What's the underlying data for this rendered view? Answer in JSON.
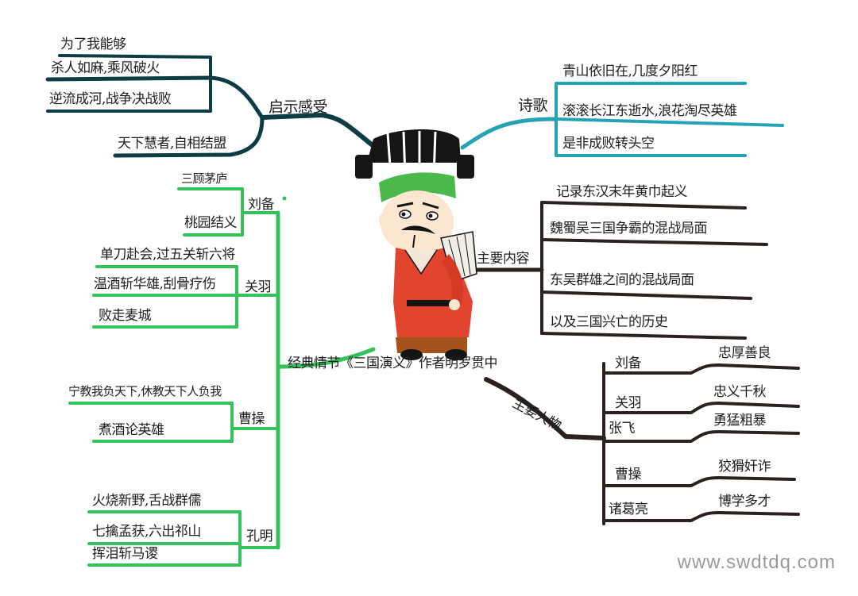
{
  "center": {
    "title": "经典情节《三国演义》作者明罗贯中",
    "icon": "scholar-figure-icon"
  },
  "colors": {
    "green": "#36c25a",
    "teal_dark": "#0d3c44",
    "teal_light": "#25a3b5",
    "dark": "#2b2220",
    "figure_robe": "#e2452e",
    "figure_hat": "#151515",
    "figure_band": "#4ab84c"
  },
  "branches": {
    "inspiration": {
      "label": "启示感受",
      "items": [
        "为了我能够",
        "杀人如麻,乘风破火",
        "逆流成河,战争决战败",
        "天下慧者,自相结盟"
      ]
    },
    "poem": {
      "label": "诗歌",
      "items": [
        "青山依旧在,几度夕阳红",
        "滚滚长江东逝水,浪花淘尽英雄",
        "是非成败转头空"
      ]
    },
    "content": {
      "label": "主要内容",
      "items": [
        "记录东汉末年黄巾起义",
        "魏蜀吴三国争霸的混战局面",
        "东吴群雄之间的混战局面",
        "以及三国兴亡的历史"
      ]
    },
    "characters": {
      "label": "主要人物",
      "items": [
        {
          "name": "刘备",
          "trait": "忠厚善良"
        },
        {
          "name": "关羽",
          "trait": "忠义千秋"
        },
        {
          "name": "张飞",
          "trait": "勇猛粗暴"
        },
        {
          "name": "曹操",
          "trait": "狡猾奸诈"
        },
        {
          "name": "诸葛亮",
          "trait": "博学多才"
        }
      ]
    },
    "plots": {
      "groups": [
        {
          "name": "刘备",
          "items": [
            "三顾茅庐",
            "桃园结义"
          ]
        },
        {
          "name": "关羽",
          "items": [
            "单刀赴会,过五关斩六将",
            "温酒斩华雄,刮骨疗伤",
            "败走麦城"
          ]
        },
        {
          "name": "曹操",
          "items": [
            "宁教我负天下,休教天下人负我",
            "煮酒论英雄"
          ]
        },
        {
          "name": "孔明",
          "items": [
            "火烧新野,舌战群儒",
            "七擒孟获,六出祁山",
            "挥泪斩马谡"
          ]
        }
      ]
    }
  },
  "watermark": "www.swdtdq.com"
}
